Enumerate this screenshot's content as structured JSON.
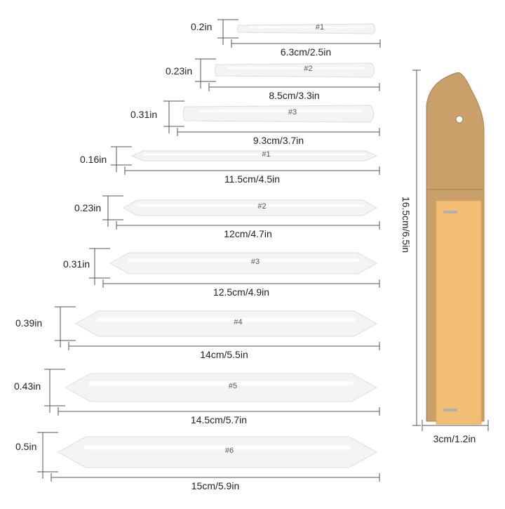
{
  "colors": {
    "stump_fill": "#f4f4f4",
    "stump_edge": "#dcdcdc",
    "line": "#555555",
    "paddle_board": "#c9a06a",
    "paddle_board_dark": "#a98150",
    "sandpaper": "#f2be73",
    "sandpaper_edge": "#e2a656",
    "staple": "#b0b0b0"
  },
  "stumps": [
    {
      "id": "stump-1a",
      "number": "#1",
      "width_label": "0.2in",
      "length_label": "6.3cm/2.5in",
      "shape": "pointed-right"
    },
    {
      "id": "stump-2a",
      "number": "#2",
      "width_label": "0.23in",
      "length_label": "8.5cm/3.3in",
      "shape": "pointed-right"
    },
    {
      "id": "stump-3a",
      "number": "#3",
      "width_label": "0.31in",
      "length_label": "9.3cm/3.7in",
      "shape": "pointed-right"
    },
    {
      "id": "stump-1b",
      "number": "#1",
      "width_label": "0.16in",
      "length_label": "11.5cm/4.5in",
      "shape": "double-pointed"
    },
    {
      "id": "stump-2b",
      "number": "#2",
      "width_label": "0.23in",
      "length_label": "12cm/4.7in",
      "shape": "double-pointed"
    },
    {
      "id": "stump-3b",
      "number": "#3",
      "width_label": "0.31in",
      "length_label": "12.5cm/4.9in",
      "shape": "double-pointed"
    },
    {
      "id": "stump-4",
      "number": "#4",
      "width_label": "0.39in",
      "length_label": "14cm/5.5in",
      "shape": "double-pointed"
    },
    {
      "id": "stump-5",
      "number": "#5",
      "width_label": "0.43in",
      "length_label": "14.5cm/5.7in",
      "shape": "double-pointed"
    },
    {
      "id": "stump-6",
      "number": "#6",
      "width_label": "0.5in",
      "length_label": "15cm/5.9in",
      "shape": "double-pointed"
    }
  ],
  "sharpener": {
    "height_label": "16.5cm/6.5in",
    "width_label": "3cm/1.2in"
  }
}
